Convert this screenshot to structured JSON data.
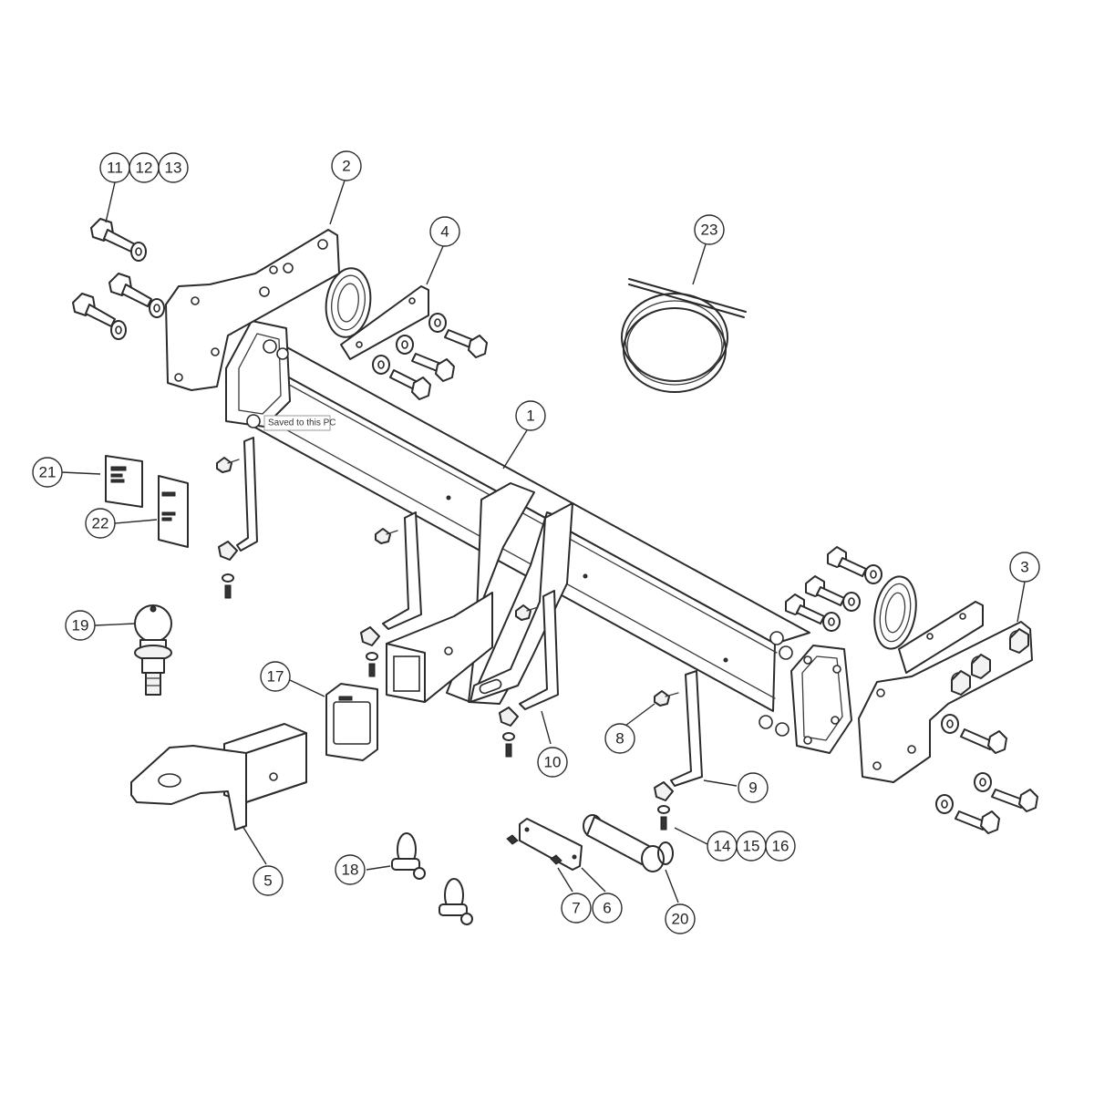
{
  "tooltip": {
    "text": "Saved to this PC"
  },
  "callouts": [
    {
      "label": "1"
    },
    {
      "label": "2"
    },
    {
      "label": "3"
    },
    {
      "label": "4"
    },
    {
      "label": "5"
    },
    {
      "label": "6"
    },
    {
      "label": "7"
    },
    {
      "label": "8"
    },
    {
      "label": "9"
    },
    {
      "label": "10"
    },
    {
      "label": "11"
    },
    {
      "label": "12"
    },
    {
      "label": "13"
    },
    {
      "label": "14"
    },
    {
      "label": "15"
    },
    {
      "label": "16"
    },
    {
      "label": "17"
    },
    {
      "label": "18"
    },
    {
      "label": "19"
    },
    {
      "label": "20"
    },
    {
      "label": "21"
    },
    {
      "label": "22"
    },
    {
      "label": "23"
    }
  ]
}
